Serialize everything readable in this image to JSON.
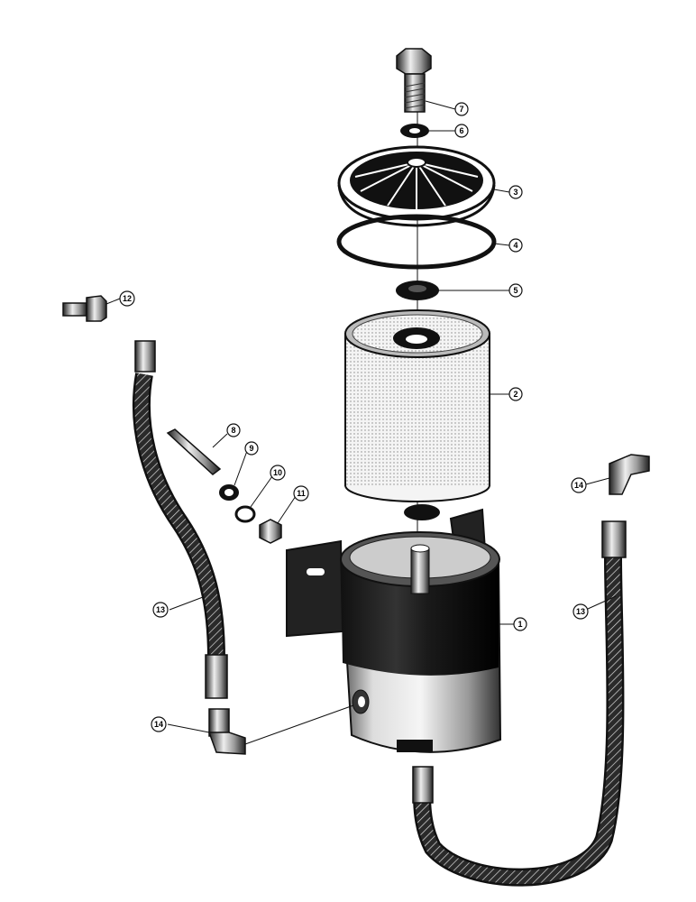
{
  "callouts": [
    {
      "id": "c7",
      "label": "7"
    },
    {
      "id": "c6",
      "label": "6"
    },
    {
      "id": "c3",
      "label": "3"
    },
    {
      "id": "c4",
      "label": "4"
    },
    {
      "id": "c5",
      "label": "5"
    },
    {
      "id": "c12a",
      "label": "12"
    },
    {
      "id": "c2",
      "label": "2"
    },
    {
      "id": "c8",
      "label": "8"
    },
    {
      "id": "c9",
      "label": "9"
    },
    {
      "id": "c10",
      "label": "10"
    },
    {
      "id": "c11",
      "label": "11"
    },
    {
      "id": "c14a",
      "label": "14"
    },
    {
      "id": "c1",
      "label": "1"
    },
    {
      "id": "c13a",
      "label": "13"
    },
    {
      "id": "c13b",
      "label": "13"
    },
    {
      "id": "c14b",
      "label": "14"
    }
  ],
  "colors": {
    "ink": "#111111",
    "paper": "#ffffff",
    "shade": "#8a8a8a"
  }
}
